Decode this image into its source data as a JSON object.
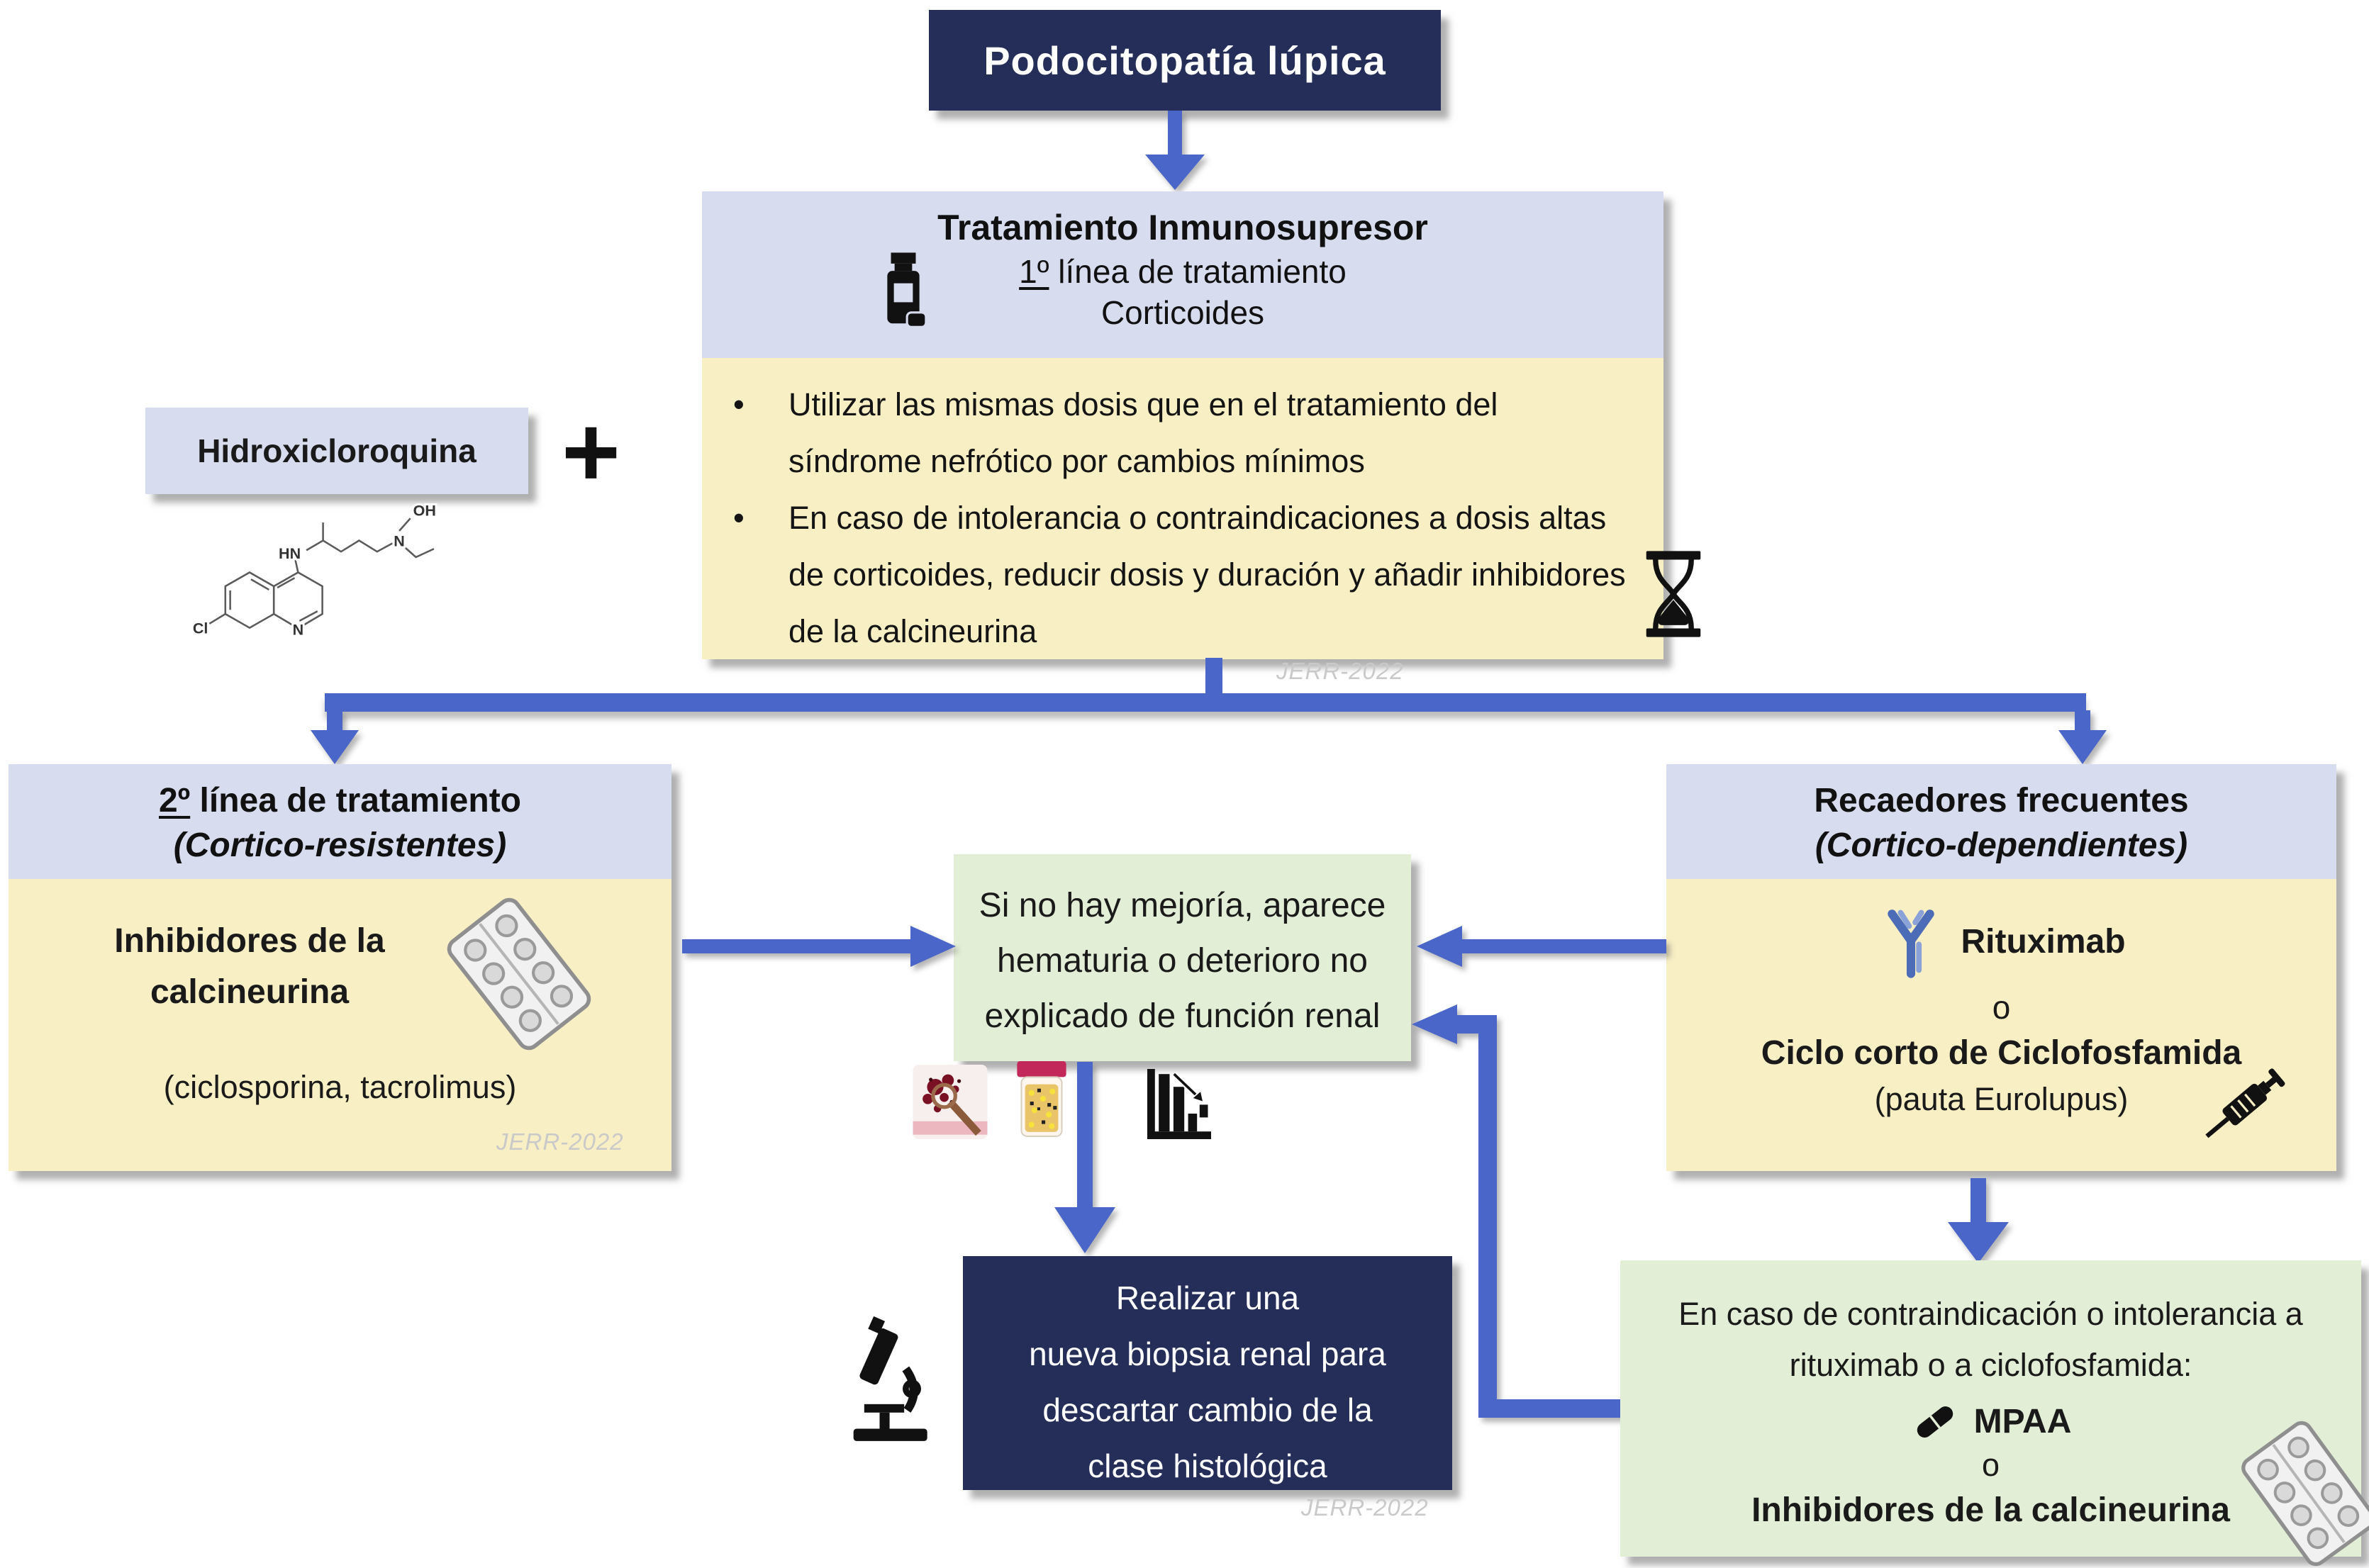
{
  "title": "Podocitopatía lúpica",
  "main_box": {
    "header_line1": "Tratamiento Inmunosupresor",
    "header_line2_num": "1º",
    "header_line2_rest": " línea de tratamiento",
    "header_line3": "Corticoides",
    "bullet_glyph": "•",
    "bullet1": "Utilizar las mismas dosis que en el tratamiento del síndrome nefrótico por cambios mínimos",
    "bullet2": "En caso de intolerancia o contraindicaciones a dosis altas de corticoides, reducir dosis y duración y añadir inhibidores de la calcineurina"
  },
  "adjunct": {
    "label": "Hidroxicloroquina",
    "plus": "+",
    "structure_labels": {
      "amine": "HN",
      "ring_n": "N",
      "tert_n": "N",
      "hydroxyl": "OH",
      "chloro": "Cl"
    }
  },
  "left_branch": {
    "header_num": "2º",
    "header_rest": " línea de tratamiento",
    "header_sub": "(Cortico-resistentes)",
    "body_bold": "Inhibidores de la calcineurina",
    "body_note": "(ciclosporina, tacrolimus)"
  },
  "right_branch": {
    "header": "Recaedores frecuentes",
    "header_sub": "(Cortico-dependientes)",
    "option1": "Rituximab",
    "or_label": "o",
    "option2": "Ciclo corto de Ciclofosfamida",
    "option2_note": "(pauta Eurolupus)"
  },
  "center_box": {
    "text": "Si no hay mejoría, aparece hematuria o deterioro no explicado de función renal"
  },
  "biopsy_box": {
    "lines": [
      "Realizar una",
      "nueva biopsia renal para",
      "descartar cambio de la",
      "clase histológica"
    ]
  },
  "fallback_box": {
    "intro": "En caso de contraindicación o intolerancia a rituximab o a ciclofosfamida:",
    "option1": "MPAA",
    "or_label": "o",
    "option2": "Inhibidores de la calcineurina"
  },
  "watermark": "JERR-2022",
  "colors": {
    "navy": "#242e58",
    "lavender": "#d8dcef",
    "yellow": "#f8efc5",
    "green": "#e2eed6",
    "arrow_blue": "#4a66c8",
    "antibody_blue": "#4d6cb8",
    "watermark_gray": "#c9c9c9"
  }
}
